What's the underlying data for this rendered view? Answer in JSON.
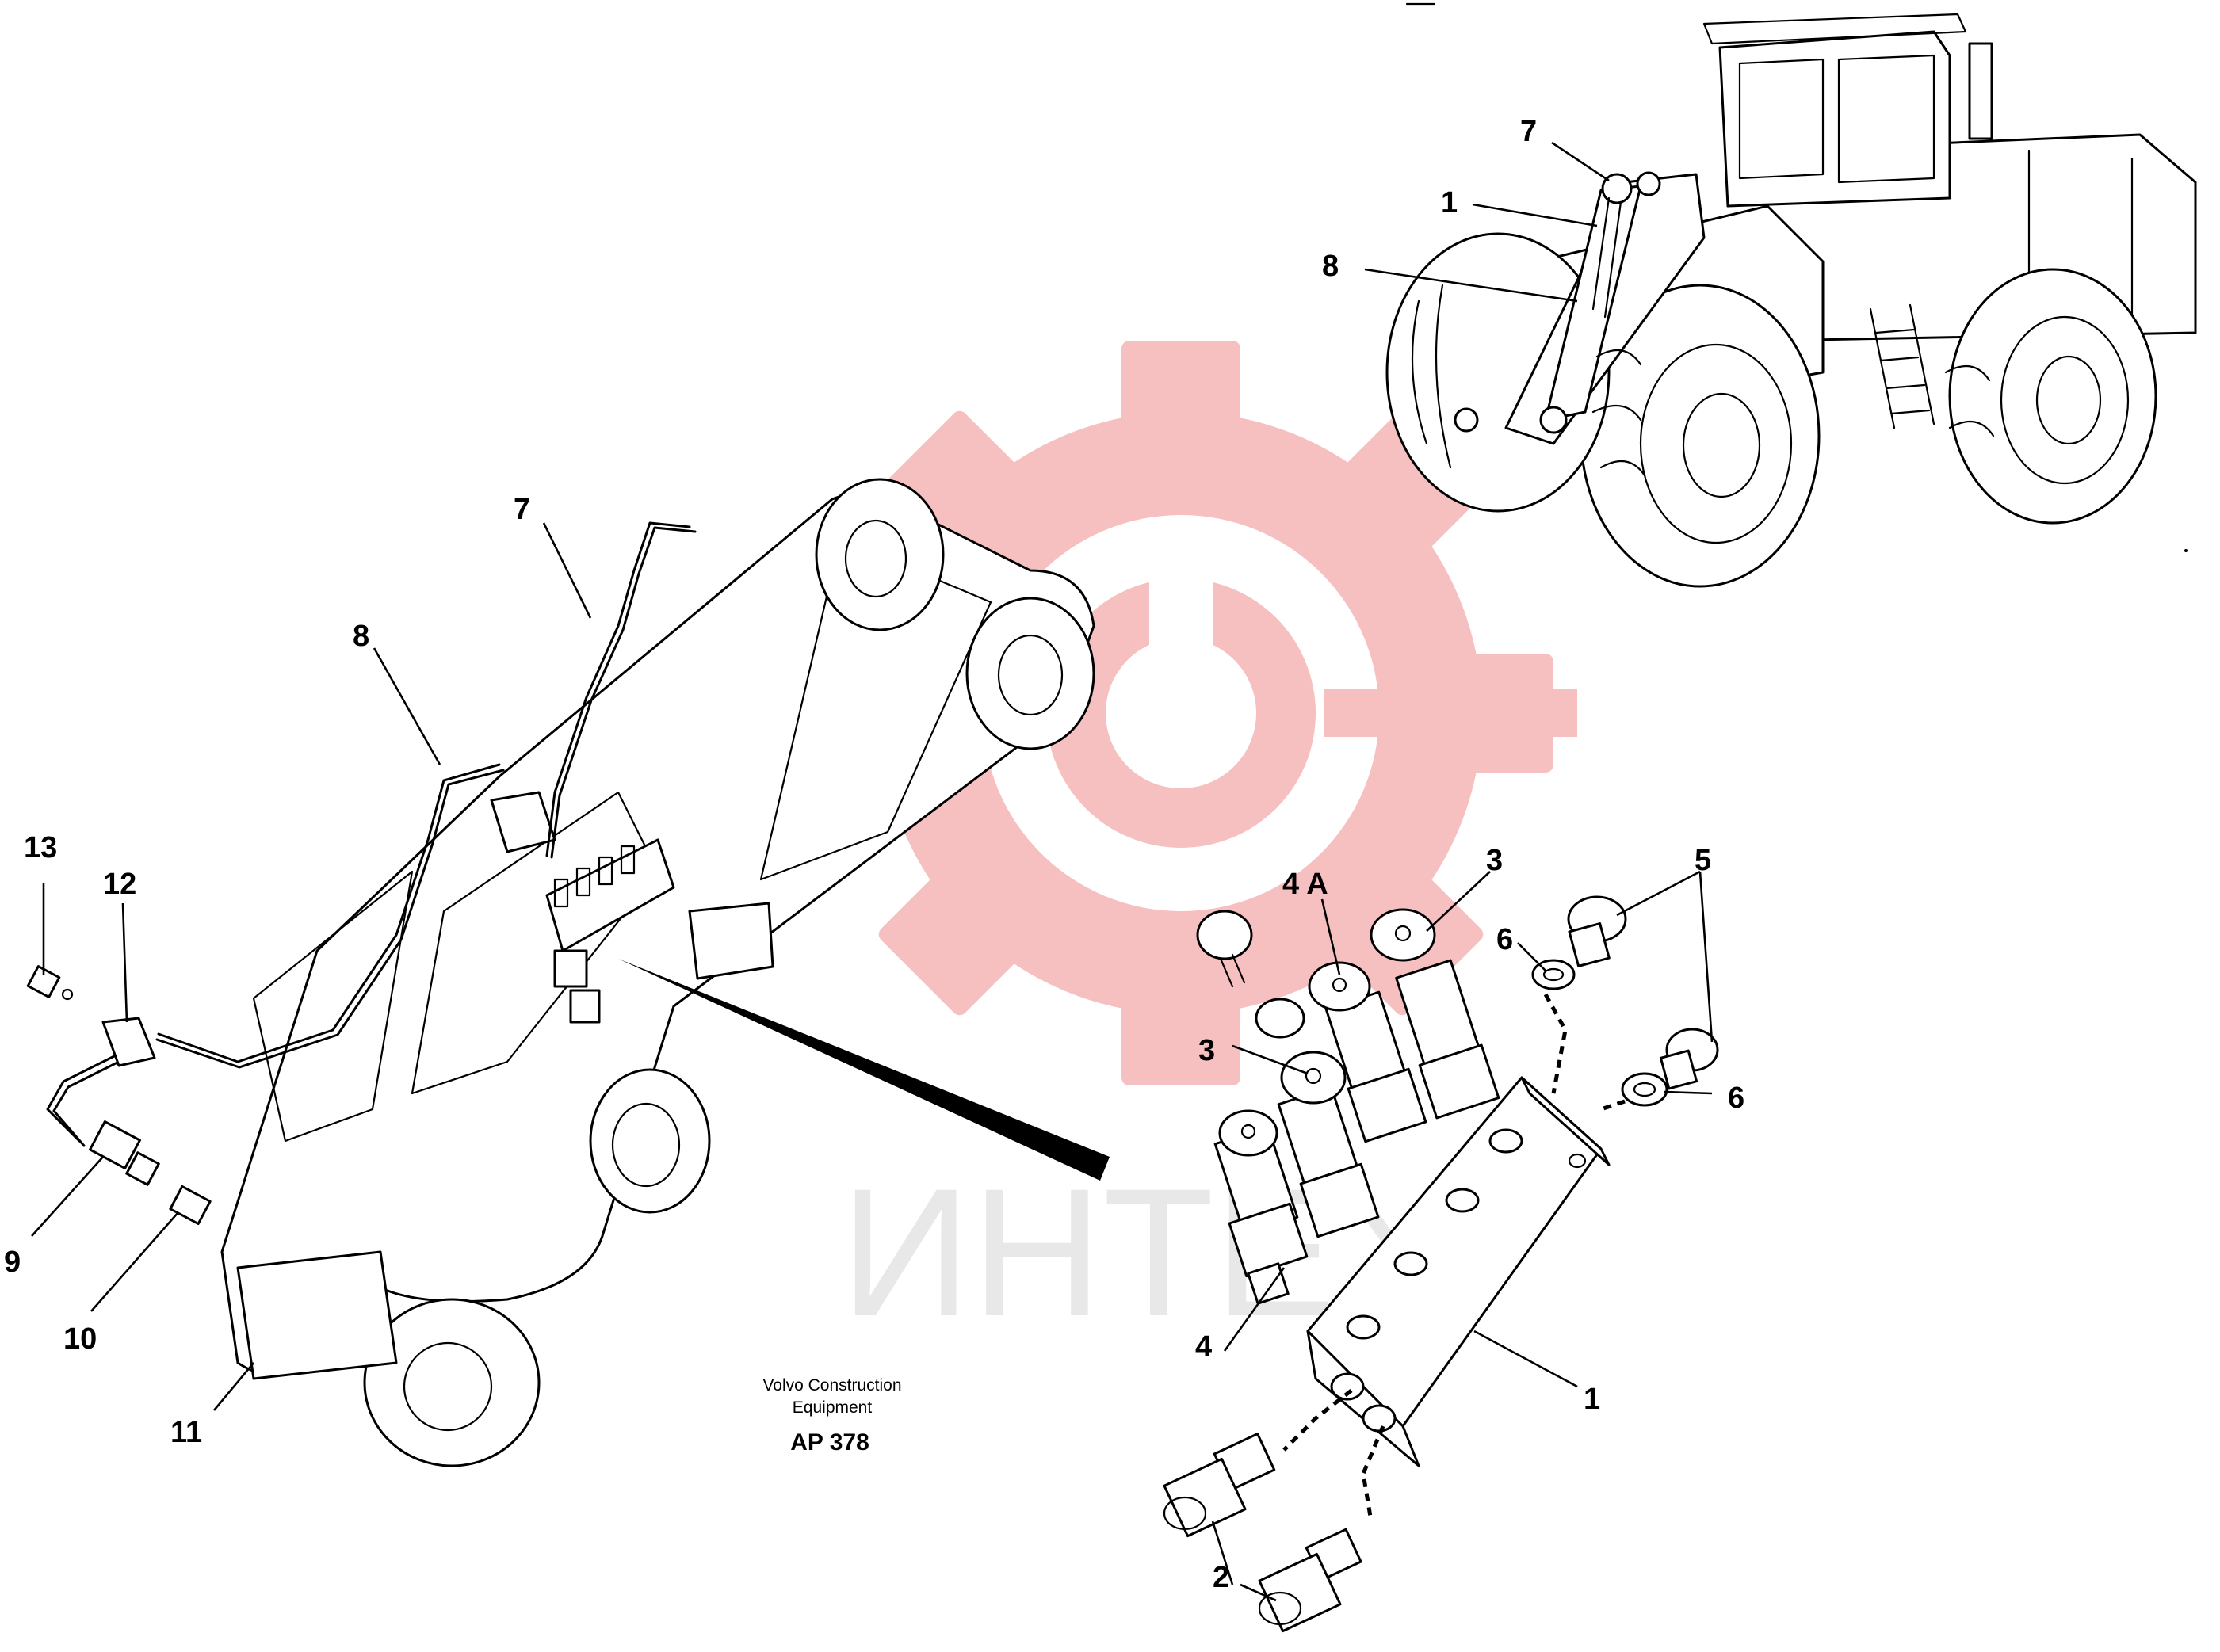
{
  "watermark": {
    "text": "ИНТЕХ",
    "logo_color": "#f7b9b9",
    "text_color": "#e6e6e6"
  },
  "caption": {
    "line1": "Volvo Construction",
    "line2": "Equipment",
    "code": "AP 378"
  },
  "callouts": {
    "loader_7": "7",
    "loader_1": "1",
    "loader_8": "8",
    "arm_7": "7",
    "arm_8": "8",
    "arm_13": "13",
    "arm_12": "12",
    "arm_9": "9",
    "arm_10": "10",
    "arm_11": "11",
    "block_4a": "4 A",
    "block_3_top": "3",
    "block_3_left": "3",
    "block_5": "5",
    "block_6_top": "6",
    "block_6_right": "6",
    "block_4": "4",
    "block_1": "1",
    "block_2": "2"
  }
}
